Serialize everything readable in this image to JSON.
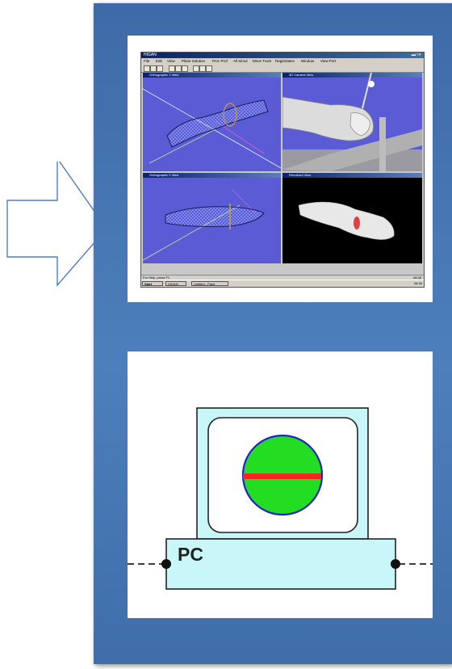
{
  "screenshot": {
    "window_title": "HIGAN",
    "window_controls": "▬□✕",
    "menu": [
      "File",
      "Edit",
      "View",
      "Plane Solution",
      "Proc Prof",
      "All Simul",
      "Move Track",
      "Registration",
      "Window",
      "View Port"
    ],
    "viewports": [
      {
        "title": "Orthographic 1 View",
        "background": "#5b5bd6"
      },
      {
        "title": "3D Camera View",
        "background": "#5b5bd6"
      },
      {
        "title": "Orthographic 2 View",
        "background": "#5b5bd6"
      },
      {
        "title": "Rendered View",
        "background": "#000000"
      }
    ],
    "status_text": "For Help, press F1",
    "status_time": "08:46",
    "taskbar": {
      "start_label": "Start",
      "buttons": [
        "HIGAN",
        "Untitled - Paint"
      ],
      "clock": "08:46"
    }
  },
  "device": {
    "label": "PC",
    "screen_bg": "#c9f6f8",
    "disc_fill": "#22dd22",
    "disc_outline": "#2222cc",
    "bar_color": "#ff2222"
  },
  "colors": {
    "panel": "#4a7ab8",
    "arrow_stroke": "#4f7fbd"
  }
}
